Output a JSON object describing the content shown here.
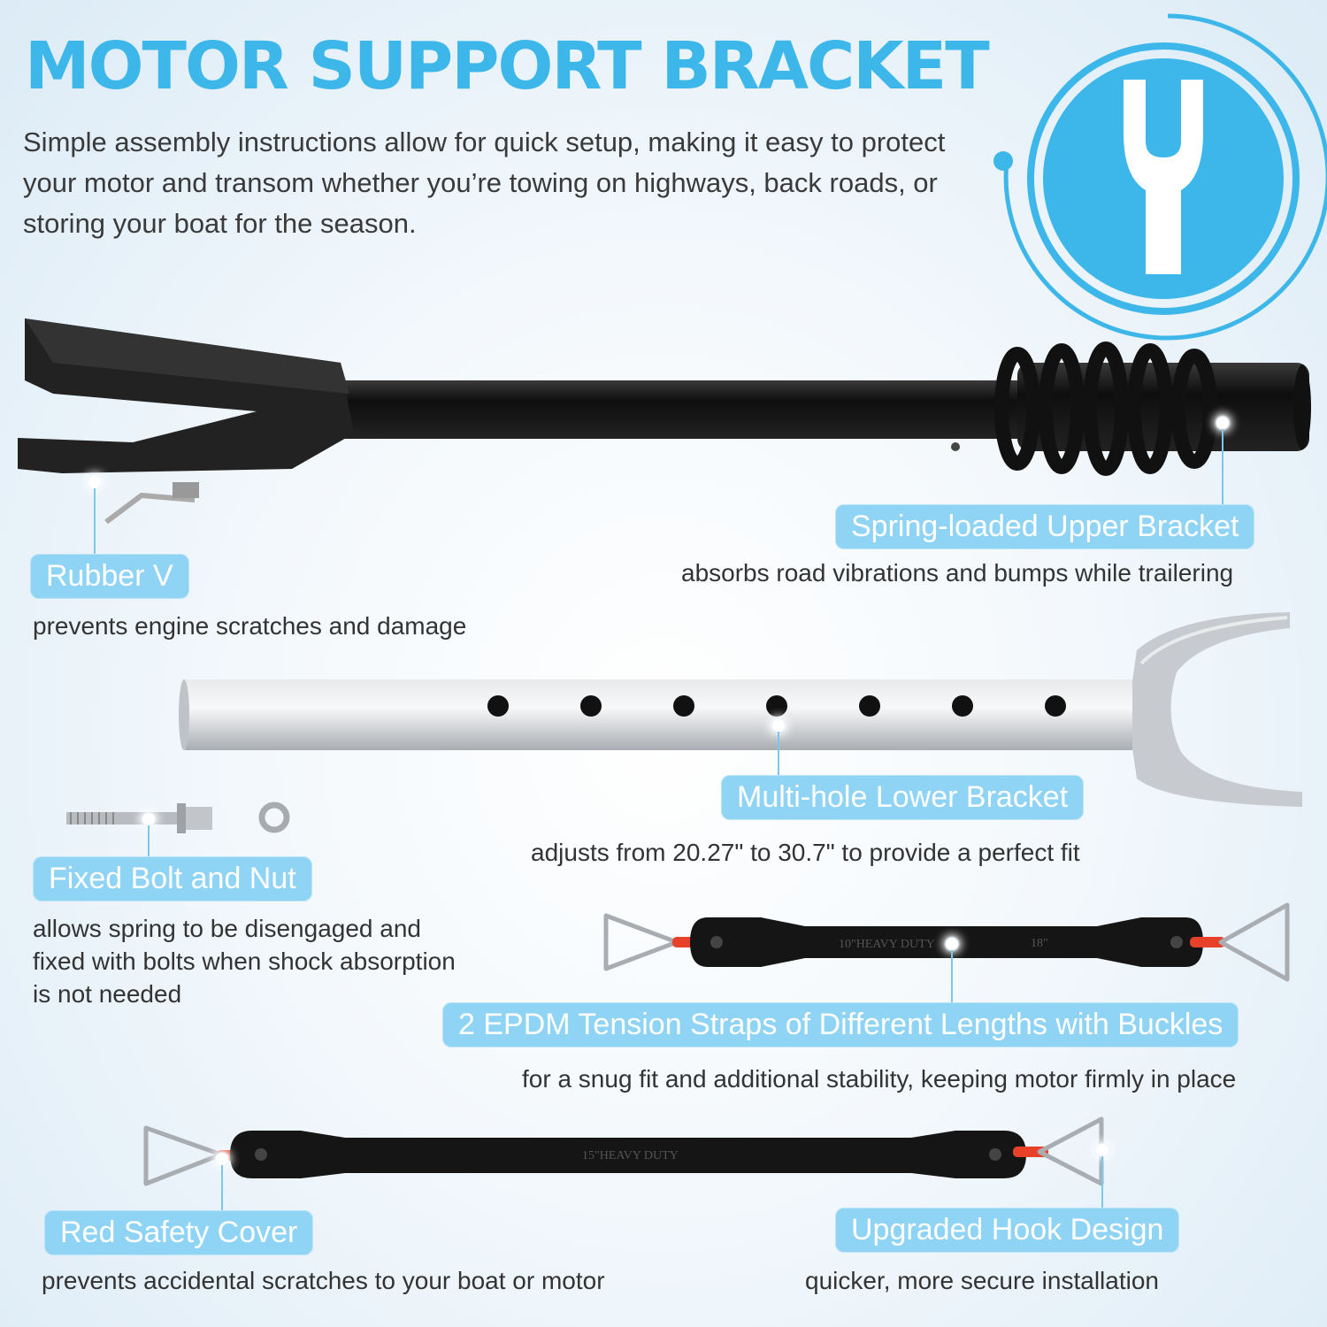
{
  "header": {
    "title": "MOTOR SUPPORT BRACKET",
    "intro": "Simple assembly instructions allow for quick setup, making it easy to protect your motor and transom whether you’re towing on highways, back roads, or storing your boat for the season."
  },
  "logo": {
    "icon": "wrench-icon"
  },
  "features": {
    "rubber_v": {
      "label": "Rubber V",
      "desc": "prevents engine scratches and damage"
    },
    "upper_bracket": {
      "label": "Spring-loaded Upper Bracket",
      "desc": "absorbs road vibrations and bumps while trailering"
    },
    "lower_bracket": {
      "label": "Multi-hole Lower Bracket",
      "desc": "adjusts from 20.27\" to 30.7\" to provide a perfect fit"
    },
    "bolt_nut": {
      "label": "Fixed Bolt and Nut",
      "desc": "allows spring to be disengaged and fixed with bolts when shock absorption is not needed"
    },
    "straps": {
      "label": "2 EPDM Tension Straps of Different Lengths with Buckles",
      "desc": "for a snug fit and additional stability, keeping motor firmly in place"
    },
    "safety_cover": {
      "label": "Red Safety Cover",
      "desc": "prevents accidental scratches to your boat or motor"
    },
    "hook": {
      "label": "Upgraded Hook Design",
      "desc": "quicker, more secure installation"
    }
  },
  "strap_markings": {
    "short_left": "10\"HEAVY DUTY",
    "short_right": "18\"",
    "long": "15\"HEAVY DUTY"
  },
  "colors": {
    "accent": "#3db7ea",
    "pill": "#8fd4f4",
    "black_part": "#1a1a1a",
    "aluminum": "#c9cdd1",
    "red_cover": "#e8412a"
  }
}
